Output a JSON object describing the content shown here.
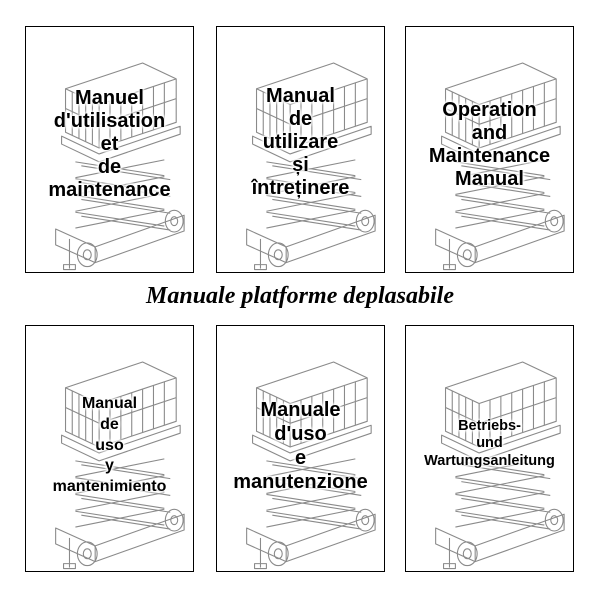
{
  "heading": "Manuale platforme deplasabile",
  "cards": [
    {
      "lines": [
        "Manuel",
        "d'utilisation",
        "et",
        "de",
        "maintenance"
      ],
      "illustration": "scissor-lift-drawing"
    },
    {
      "lines": [
        "Manual",
        "de",
        "utilizare",
        "și",
        "întreținere"
      ],
      "illustration": "scissor-lift-drawing"
    },
    {
      "lines": [
        "Operation",
        "and",
        "Maintenance",
        "Manual"
      ],
      "illustration": "scissor-lift-drawing"
    },
    {
      "lines": [
        "Manual",
        "de",
        "uso",
        "y",
        "mantenimiento"
      ],
      "illustration": "scissor-lift-drawing"
    },
    {
      "lines": [
        "Manuale",
        "d'uso",
        "e",
        "manutenzione"
      ],
      "illustration": "scissor-lift-drawing"
    },
    {
      "lines": [
        "Betriebs-",
        "und",
        "Wartungsanleitung"
      ],
      "illustration": "scissor-lift-drawing"
    }
  ]
}
